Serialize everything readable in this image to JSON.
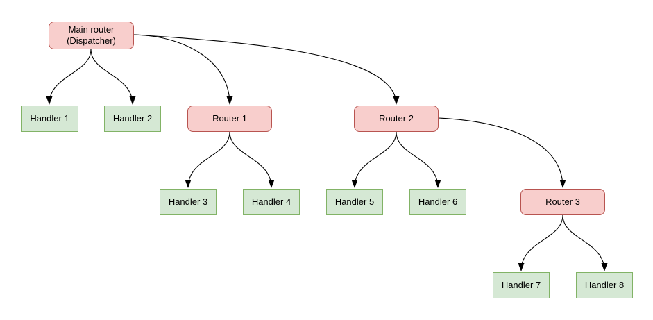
{
  "diagram": {
    "nodes": [
      {
        "id": "main-router",
        "label": "Main router (Dispatcher)",
        "kind": "router"
      },
      {
        "id": "handler-1",
        "label": "Handler 1",
        "kind": "handler"
      },
      {
        "id": "handler-2",
        "label": "Handler 2",
        "kind": "handler"
      },
      {
        "id": "router-1",
        "label": "Router 1",
        "kind": "router"
      },
      {
        "id": "router-2",
        "label": "Router 2",
        "kind": "router"
      },
      {
        "id": "handler-3",
        "label": "Handler 3",
        "kind": "handler"
      },
      {
        "id": "handler-4",
        "label": "Handler 4",
        "kind": "handler"
      },
      {
        "id": "handler-5",
        "label": "Handler 5",
        "kind": "handler"
      },
      {
        "id": "handler-6",
        "label": "Handler 6",
        "kind": "handler"
      },
      {
        "id": "router-3",
        "label": "Router 3",
        "kind": "router"
      },
      {
        "id": "handler-7",
        "label": "Handler 7",
        "kind": "handler"
      },
      {
        "id": "handler-8",
        "label": "Handler 8",
        "kind": "handler"
      }
    ],
    "edges": [
      {
        "from": "main-router",
        "to": "handler-1"
      },
      {
        "from": "main-router",
        "to": "handler-2"
      },
      {
        "from": "main-router",
        "to": "router-1"
      },
      {
        "from": "main-router",
        "to": "router-2"
      },
      {
        "from": "router-1",
        "to": "handler-3"
      },
      {
        "from": "router-1",
        "to": "handler-4"
      },
      {
        "from": "router-2",
        "to": "handler-5"
      },
      {
        "from": "router-2",
        "to": "handler-6"
      },
      {
        "from": "router-2",
        "to": "router-3"
      },
      {
        "from": "router-3",
        "to": "handler-7"
      },
      {
        "from": "router-3",
        "to": "handler-8"
      }
    ]
  },
  "colors": {
    "router_fill": "#f8cecc",
    "router_border": "#b85450",
    "handler_fill": "#d5e8d4",
    "handler_border": "#82b366",
    "edge": "#000000",
    "text": "#000000",
    "background": "#ffffff"
  }
}
